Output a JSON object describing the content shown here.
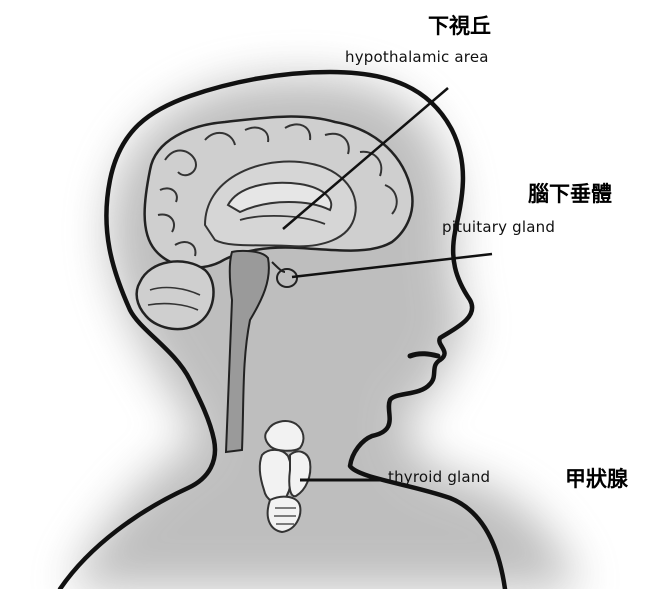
{
  "labels": {
    "hypothalamus": {
      "zh": "下視丘",
      "en": "hypothalamic area"
    },
    "pituitary": {
      "zh": "腦下垂體",
      "en": "pituitary gland"
    },
    "thyroid": {
      "zh": "甲狀腺",
      "en": "thyroid gland"
    }
  }
}
